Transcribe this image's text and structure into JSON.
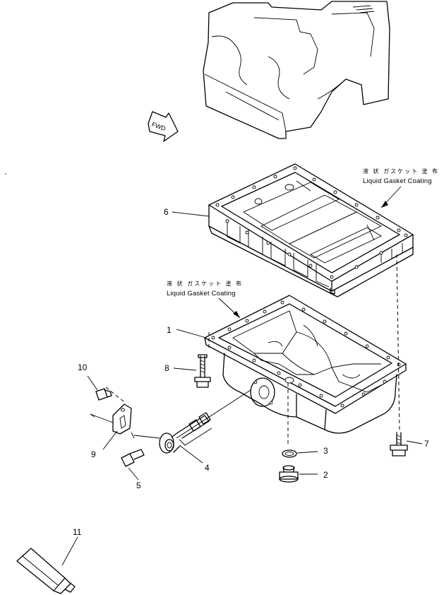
{
  "labels": {
    "fwd": "FWD",
    "note_upper_jp": "液 状 ガスケット 塗 布",
    "note_upper_en": "Liquid Gasket Coating",
    "note_lower_jp": "液 状 ガスケット 塗 布",
    "note_lower_en": "Liquid Gasket Coating"
  },
  "callouts": [
    "1",
    "2",
    "3",
    "4",
    "5",
    "6",
    "7",
    "8",
    "9",
    "10",
    "11"
  ]
}
